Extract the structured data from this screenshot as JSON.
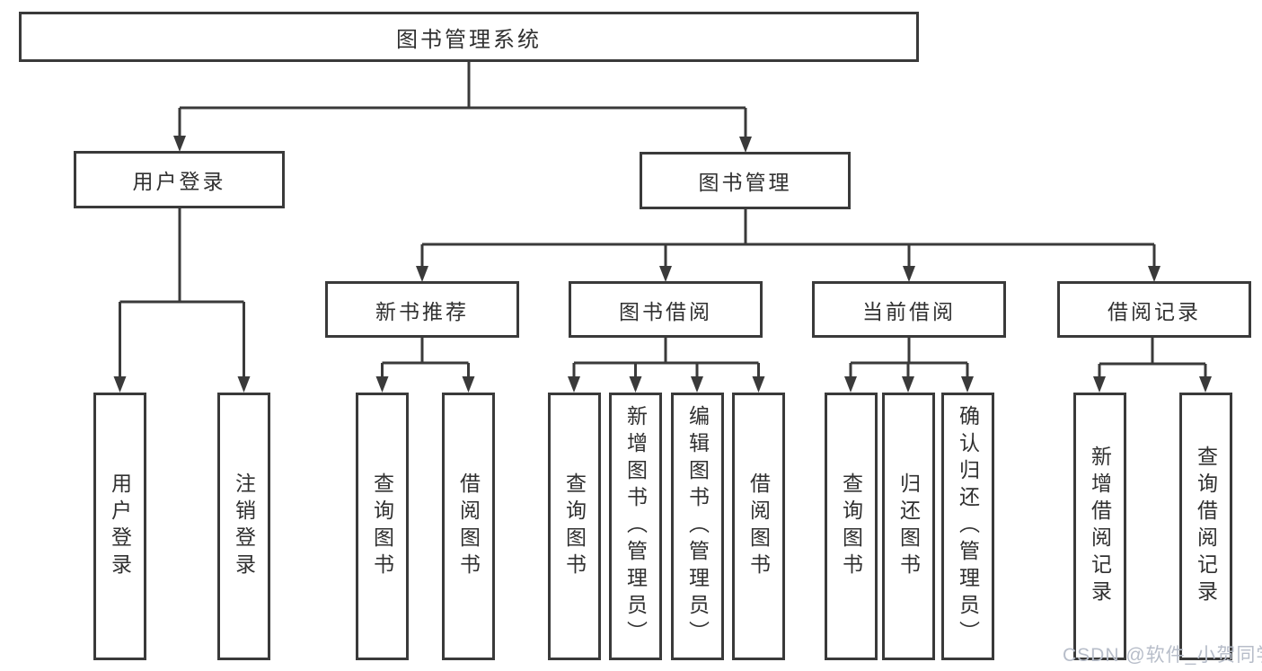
{
  "diagram": {
    "root": {
      "label": "图书管理系统"
    },
    "level2": {
      "user_login": {
        "label": "用户登录"
      },
      "book_management": {
        "label": "图书管理"
      }
    },
    "level3": {
      "new_book_recommend": {
        "label": "新书推荐"
      },
      "book_borrow": {
        "label": "图书借阅"
      },
      "current_borrow": {
        "label": "当前借阅"
      },
      "borrow_records": {
        "label": "借阅记录"
      }
    },
    "leaves": {
      "login": [
        "用户登录",
        "注销登录"
      ],
      "recommend": [
        "查询图书",
        "借阅图书"
      ],
      "borrow": [
        "查询图书",
        "新增图书（管理员）",
        "编辑图书（管理员）",
        "借阅图书"
      ],
      "current": [
        "查询图书",
        "归还图书",
        "确认归还（管理员）"
      ],
      "records": [
        "新增借阅记录",
        "查询借阅记录"
      ]
    }
  },
  "watermark": {
    "text": "CSDN @软件_小贺同学"
  },
  "colors": {
    "line": "#3a3a3a",
    "text": "#303030",
    "watermark": "#b7bdc9",
    "background": "#ffffff"
  }
}
